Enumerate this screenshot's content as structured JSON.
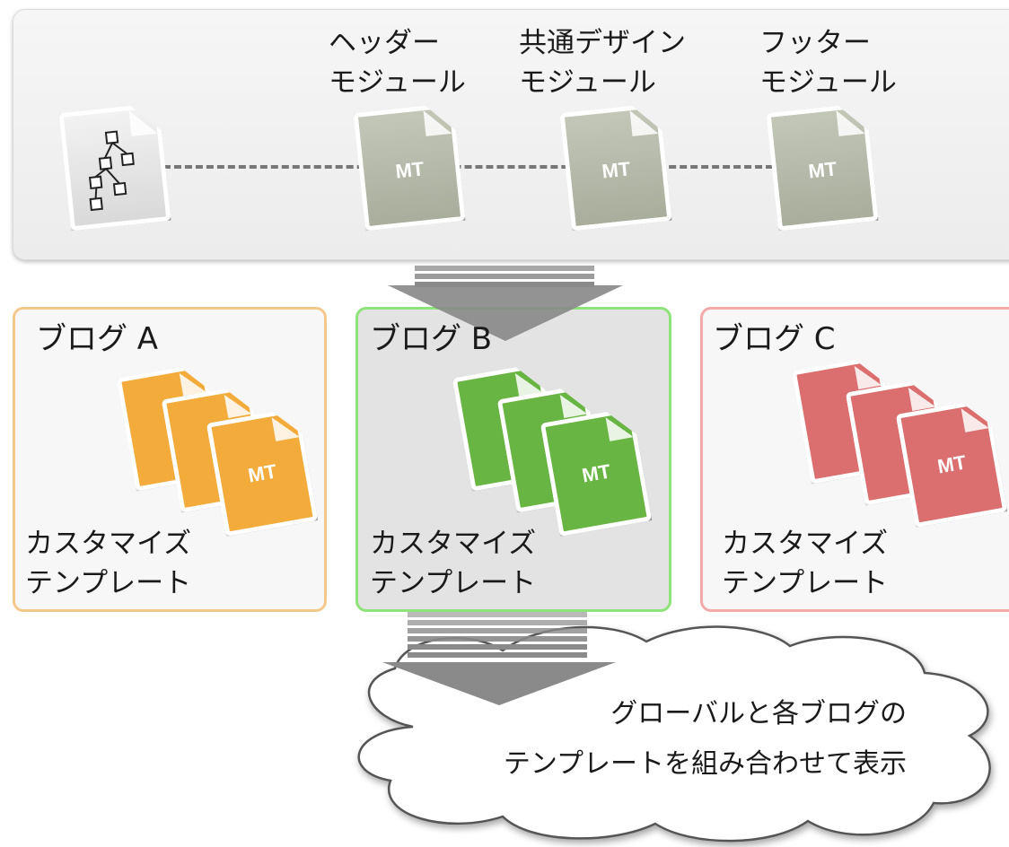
{
  "global_modules": {
    "header_module": {
      "line1": "ヘッダー",
      "line2": "モジュール",
      "badge": "MT"
    },
    "common_design_module": {
      "line1": "共通デザイン",
      "line2": "モジュール",
      "badge": "MT"
    },
    "footer_module": {
      "line1": "フッター",
      "line2": "モジュール",
      "badge": "MT"
    }
  },
  "blogs": [
    {
      "title": "ブログ A",
      "label_line1": "カスタマイズ",
      "label_line2": "テンプレート",
      "badge": "MT",
      "color": "#f3ac3c",
      "border_color": "#f2c98b"
    },
    {
      "title": "ブログ B",
      "label_line1": "カスタマイズ",
      "label_line2": "テンプレート",
      "badge": "MT",
      "color": "#69b543",
      "border_color": "#8fe37a"
    },
    {
      "title": "ブログ C",
      "label_line1": "カスタマイズ",
      "label_line2": "テンプレート",
      "badge": "MT",
      "color": "#db6e6e",
      "border_color": "#f1a9a9"
    }
  ],
  "result": {
    "line1": "グローバルと各ブログの",
    "line2": "テンプレートを組み合わせて表示"
  },
  "icons": {
    "sitemap": "sitemap-document-icon",
    "template": "template-document-icon"
  }
}
